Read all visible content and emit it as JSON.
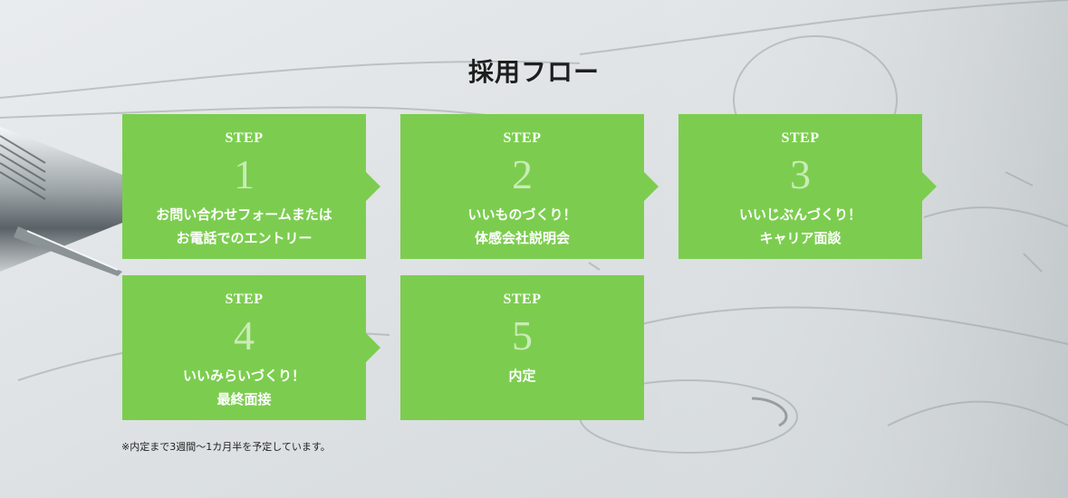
{
  "title": "採用フロー",
  "steps": [
    {
      "label": "STEP",
      "number": "1",
      "line1": "お問い合わせフォームまたは",
      "line2": "お電話でのエントリー"
    },
    {
      "label": "STEP",
      "number": "2",
      "line1": "いいものづくり！",
      "line2": "体感会社説明会"
    },
    {
      "label": "STEP",
      "number": "3",
      "line1": "いいじぶんづくり！",
      "line2": "キャリア面談"
    },
    {
      "label": "STEP",
      "number": "4",
      "line1": "いいみらいづくり！",
      "line2": "最終面接"
    },
    {
      "label": "STEP",
      "number": "5",
      "line1": "内定",
      "line2": ""
    }
  ],
  "note": "※内定まで3週間〜1カ月半を予定しています。",
  "colors": {
    "step_background": "#7ccd4f",
    "step_number": "#c9ecb6",
    "title": "#1e1e1e"
  }
}
